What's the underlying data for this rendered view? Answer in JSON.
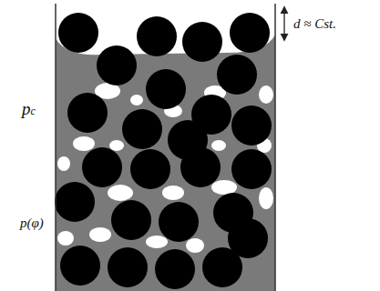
{
  "diagram": {
    "labels": [
      "d ≈ Cst.",
      "pc",
      "p(φ)"
    ]
  }
}
